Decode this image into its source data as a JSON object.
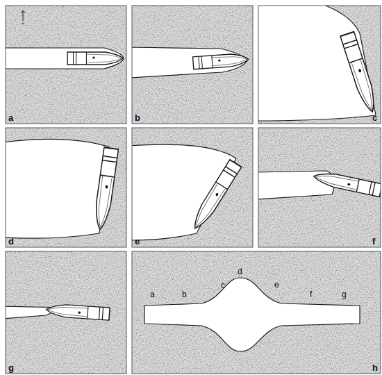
{
  "diagram": {
    "labels": [
      "a",
      "b",
      "c",
      "d",
      "e",
      "f",
      "g",
      "h",
      "a",
      "b",
      "c",
      "d",
      "e",
      "f",
      "g"
    ]
  }
}
